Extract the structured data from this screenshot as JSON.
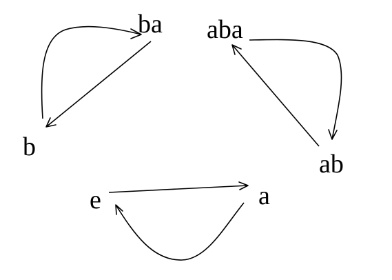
{
  "diagram": {
    "nodes": [
      {
        "id": "ba",
        "label": "ba"
      },
      {
        "id": "aba",
        "label": "aba"
      },
      {
        "id": "b",
        "label": "b"
      },
      {
        "id": "ab",
        "label": "ab"
      },
      {
        "id": "e",
        "label": "e"
      },
      {
        "id": "a",
        "label": "a"
      }
    ],
    "edges": [
      {
        "from": "b",
        "to": "ba"
      },
      {
        "from": "ba",
        "to": "b"
      },
      {
        "from": "aba",
        "to": "ab"
      },
      {
        "from": "ab",
        "to": "aba"
      },
      {
        "from": "e",
        "to": "a"
      },
      {
        "from": "a",
        "to": "e"
      }
    ],
    "colors": {
      "stroke": "#000000",
      "text": "#000000",
      "background": "#ffffff"
    }
  }
}
